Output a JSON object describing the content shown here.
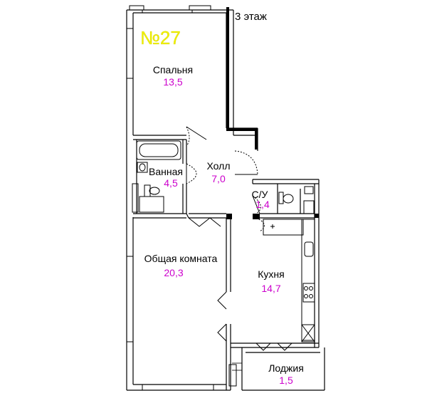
{
  "header": {
    "floor_label": "3 этаж",
    "unit_number": "№27"
  },
  "rooms": {
    "bedroom": {
      "name": "Спальня",
      "area": "13,5"
    },
    "bathroom": {
      "name": "Ванная",
      "area": "4,5"
    },
    "hall": {
      "name": "Холл",
      "area": "7,0"
    },
    "wc": {
      "name": "С/У",
      "area": "1,4"
    },
    "living": {
      "name": "Общая комната",
      "area": "20,3"
    },
    "kitchen": {
      "name": "Кухня",
      "area": "14,7"
    },
    "loggia": {
      "name": "Лоджия",
      "area": "1,5"
    }
  },
  "colors": {
    "wall": "#000000",
    "area_text": "#cc00cc",
    "unit_number": "#f2f200",
    "fixture": "#000000"
  }
}
